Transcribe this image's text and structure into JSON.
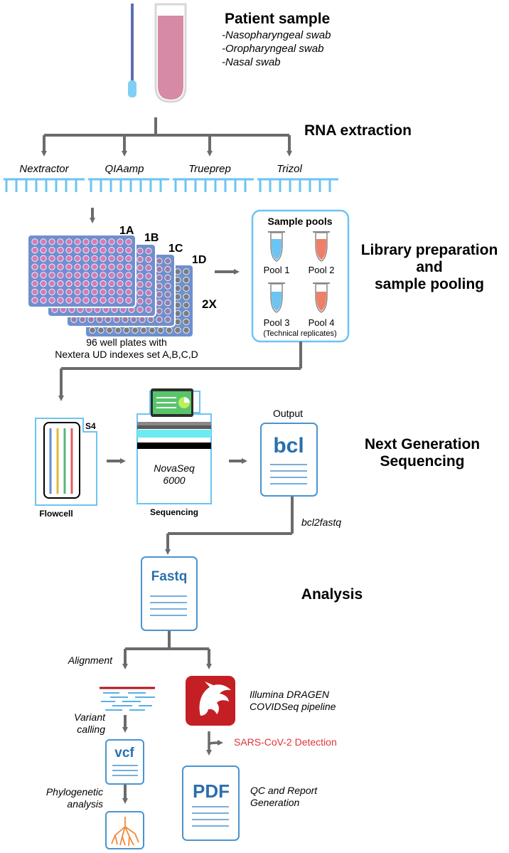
{
  "patient": {
    "title": "Patient sample",
    "swabs": [
      "-Nasopharyngeal swab",
      "-Oropharyngeal swab",
      "-Nasal swab"
    ]
  },
  "extraction": {
    "title": "RNA extraction",
    "methods": [
      "Nextractor",
      "QIAamp",
      "Trueprep",
      "Trizol"
    ]
  },
  "plates": {
    "labels": [
      "1A",
      "1B",
      "1C",
      "1D"
    ],
    "multiplier": "2X",
    "caption_line1": "96 well plates with",
    "caption_line2": "Nextera UD indexes set A,B,C,D"
  },
  "pools": {
    "title": "Sample pools",
    "items": [
      "Pool 1",
      "Pool 2",
      "Pool 3",
      "Pool 4"
    ],
    "note": "(Technical replicates)"
  },
  "library": {
    "title_line1": "Library preparation",
    "title_line2": "and",
    "title_line3": "sample pooling"
  },
  "ngs": {
    "title_line1": "Next Generation",
    "title_line2": "Sequencing",
    "flowcell_tag": "S4",
    "flowcell_label": "Flowcell",
    "sequencer_line1": "NovaSeq",
    "sequencer_line2": "6000",
    "sequencer_label": "Sequencing",
    "output_label": "Output",
    "bcl": "bcl",
    "converter": "bcl2fastq"
  },
  "analysis": {
    "title": "Analysis",
    "fastq": "Fastq",
    "alignment": "Alignment",
    "variant_line1": "Variant",
    "variant_line2": "calling",
    "vcf": "vcf",
    "phylo_line1": "Phylogenetic",
    "phylo_line2": "analysis",
    "dragen_line1": "Illumina DRAGEN",
    "dragen_line2": "COVIDSeq pipeline",
    "detection": "SARS-CoV-2 Detection",
    "pdf": "PDF",
    "report_line1": "QC and Report",
    "report_line2": "Generation"
  },
  "colors": {
    "arrow": "#6b6b6b",
    "light_blue": "#6cc4f2",
    "doc_border": "#4a94cf",
    "doc_text": "#2a6fad",
    "plate_fill": "#6f8fce",
    "well_pink": "#d57ab8",
    "detection_red": "#e0333a",
    "dragen_red": "#c41f24",
    "tube_pink": "#d68aa5",
    "pool_salmon": "#ee8068",
    "tree_orange": "#f08a3c"
  }
}
